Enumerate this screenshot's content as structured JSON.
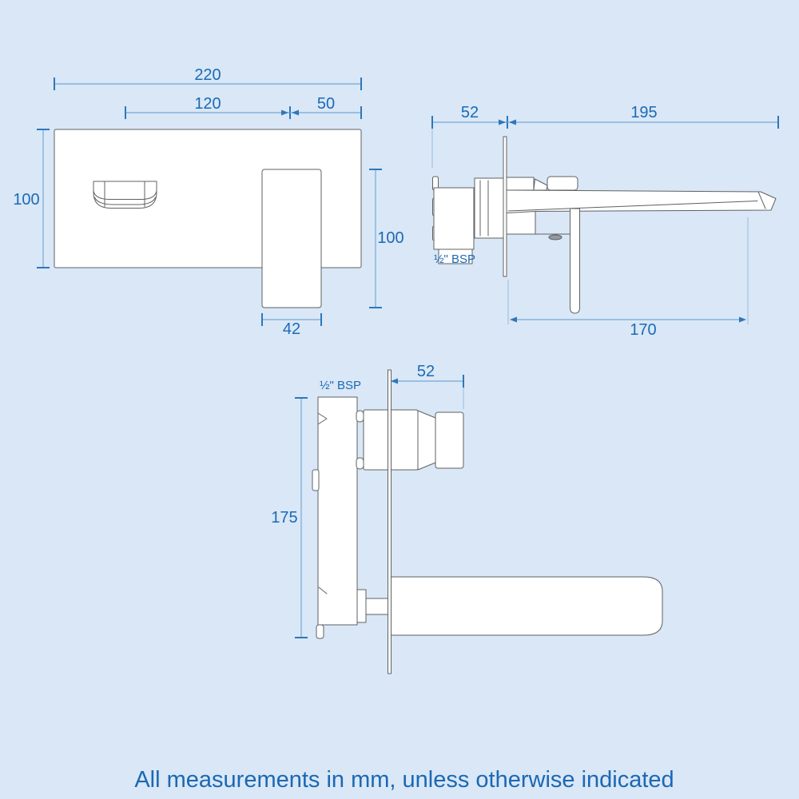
{
  "footer": {
    "note": "All measurements in mm, unless otherwise indicated"
  },
  "front_view": {
    "dims": {
      "total_width": "220",
      "spout_center_to_handle": "120",
      "handle_to_edge": "50",
      "plate_height": "100",
      "handle_height": "100",
      "handle_width": "42"
    }
  },
  "spout_side_view": {
    "dims": {
      "behind_wall_depth": "52",
      "spout_length": "195",
      "spout_reach": "170"
    },
    "thread_label": "½\" BSP"
  },
  "valve_side_view": {
    "dims": {
      "behind_wall_depth": "52",
      "body_height": "175"
    },
    "thread_label": "½\" BSP"
  },
  "colors": {
    "background": "#d9e7f6",
    "line_art": "#5f6163",
    "part_fill": "#ffffff",
    "dimension_line": "#85b2dc",
    "dimension_tick": "#2e77ba",
    "dimension_text": "#1b6ab5",
    "footer_text": "#1b68b4",
    "screw_fill": "#949aa0"
  }
}
